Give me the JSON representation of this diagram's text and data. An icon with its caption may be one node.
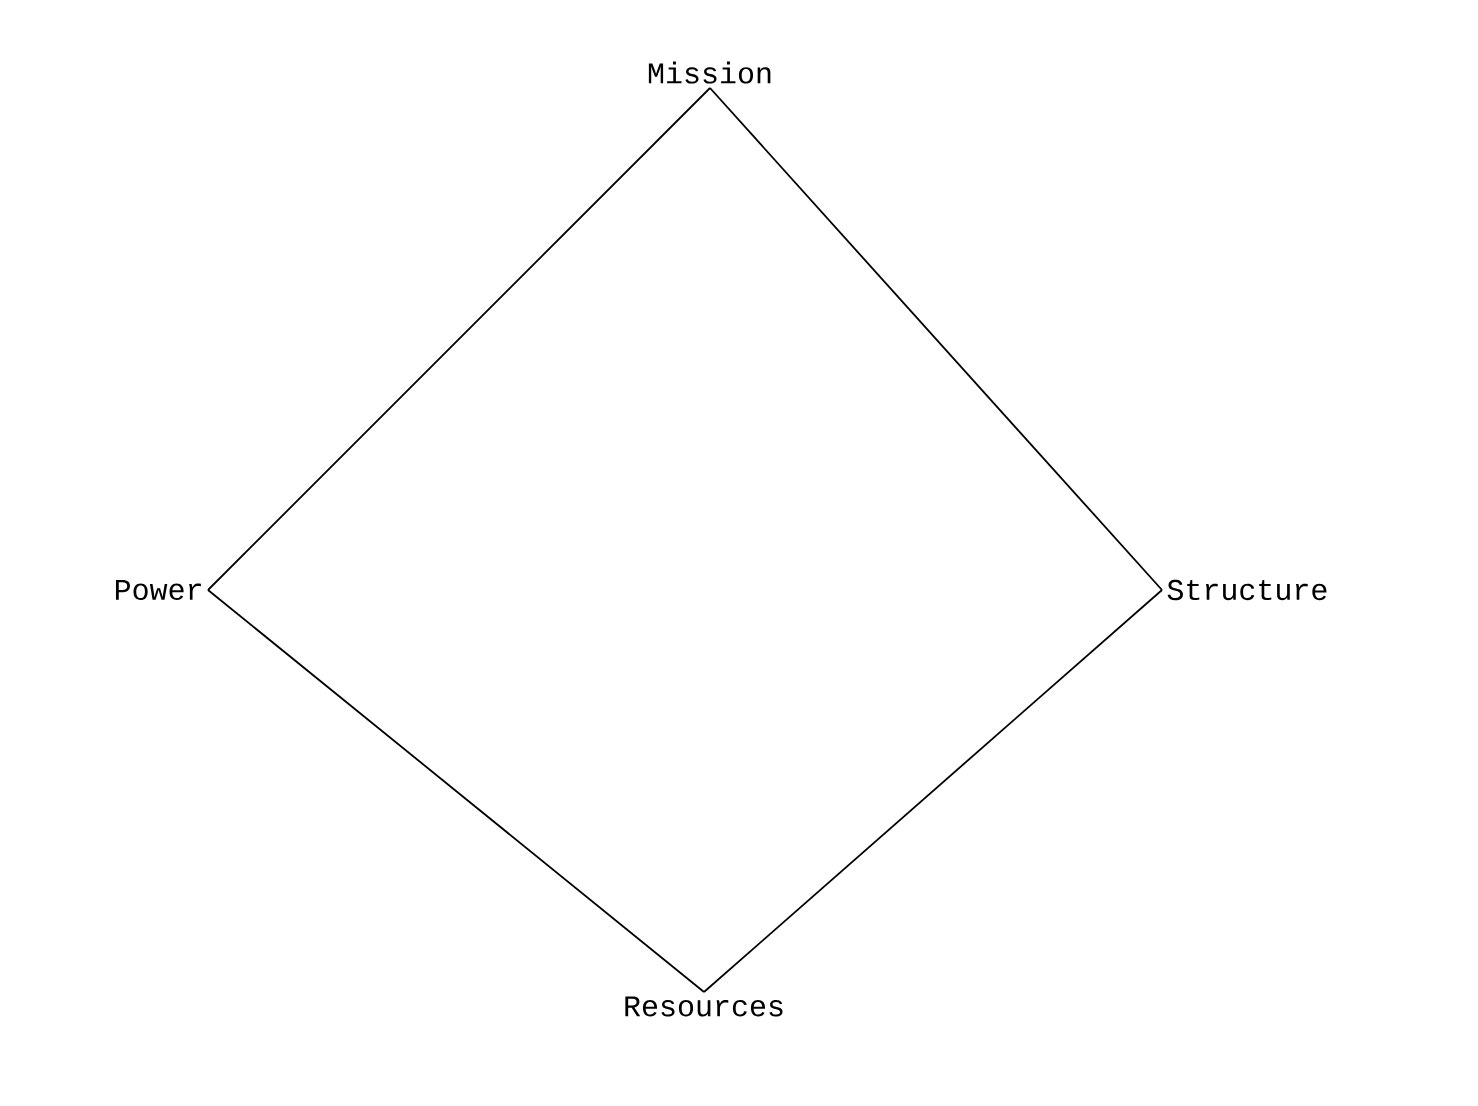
{
  "diagram": {
    "nodes": [
      {
        "text": [
          "Mission"
        ]
      },
      {
        "text": [
          "Power"
        ]
      },
      {
        "text": [
          "Structure"
        ]
      },
      {
        "text": [
          "Resources"
        ]
      }
    ],
    "edges": [
      {
        "from": 0,
        "to": 2,
        "arrow": "none"
      },
      {
        "from": 2,
        "to": 3,
        "arrow": "none"
      },
      {
        "from": 3,
        "to": 1,
        "arrow": "none"
      },
      {
        "from": 1,
        "to": 0,
        "arrow": "none"
      }
    ]
  }
}
